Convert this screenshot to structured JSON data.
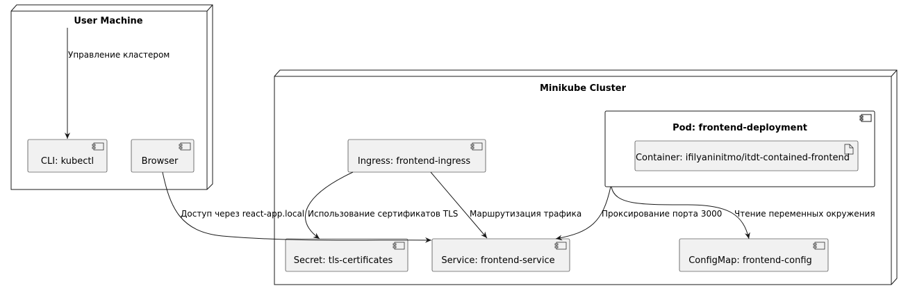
{
  "nodes": {
    "user_machine": {
      "title": "User Machine"
    },
    "minikube": {
      "title": "Minikube Cluster"
    },
    "pod": {
      "title": "Pod: frontend-deployment"
    }
  },
  "components": {
    "cli": "CLI: kubectl",
    "browser": "Browser",
    "ingress": "Ingress: frontend-ingress",
    "container": "Container: ifilyaninitmo/itdt-contained-frontend",
    "secret": "Secret: tls-certificates",
    "service": "Service: frontend-service",
    "configmap": "ConfigMap: frontend-config"
  },
  "edges": {
    "manage": "Управление кластером",
    "access": "Доступ через react-app.local",
    "tls": "Использование сертификатов TLS",
    "routing": "Маршрутизация трафика",
    "proxy": "Проксирование порта 3000",
    "env": "Чтение переменных окружения"
  },
  "colors": {
    "node_fill": "#ffffff",
    "component_fill": "#f1f1f1",
    "stroke": "#181818"
  }
}
